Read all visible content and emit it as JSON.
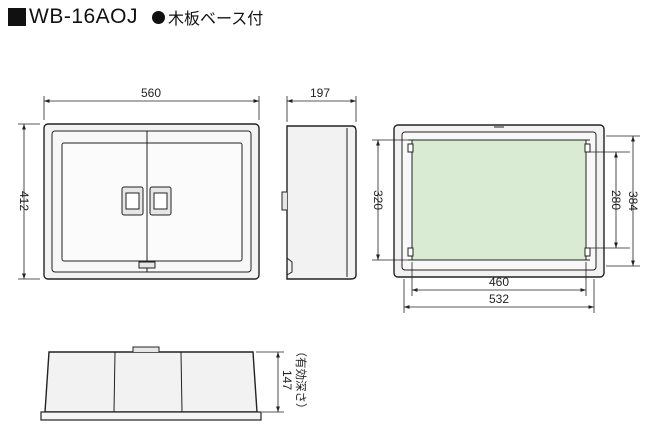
{
  "header": {
    "model": "WB-16AOJ",
    "feature": "木板ベース付"
  },
  "front_view": {
    "width_label": "560",
    "height_label": "412"
  },
  "side_view": {
    "depth_label": "197"
  },
  "mounting_view": {
    "outer_width_label": "532",
    "inner_width_label": "460",
    "inner_height_label": "320",
    "board_height_label": "280",
    "outer_height_label": "384"
  },
  "bottom_view": {
    "depth_label": "147",
    "depth_note": "（有効深さ）"
  },
  "colors": {
    "line": "#222222",
    "box_fill": "#f2f2f2",
    "board_fill": "#d9ecd3",
    "ink": "#111111"
  }
}
